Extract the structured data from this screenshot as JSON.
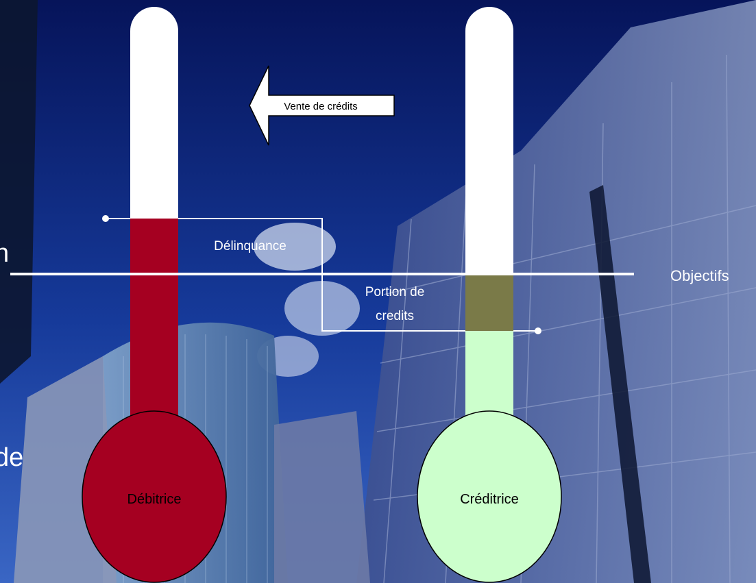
{
  "colors": {
    "sky_top": "#06145a",
    "sky_bottom": "#2a55b8",
    "debitrice_fill": "#a50021",
    "creditrice_fill": "#ccffcc",
    "credit_portion_fill": "#7a7a48",
    "tube_white": "#ffffff",
    "text_white": "#ffffff",
    "text_dark": "#000000"
  },
  "left_fragments": {
    "upper": "n",
    "lower": "de"
  },
  "arrow": {
    "label": "Vente de crédits"
  },
  "objectives_line": {
    "label": "Objectifs"
  },
  "delinquency": {
    "label": "Délinquance"
  },
  "credit_portion": {
    "line1": "Portion de",
    "line2": "credits"
  },
  "thermometers": {
    "debitrice": {
      "label": "Débitrice",
      "fill_level": 0.6
    },
    "creditrice": {
      "label": "Créditrice",
      "fill_level": 0.44
    }
  }
}
